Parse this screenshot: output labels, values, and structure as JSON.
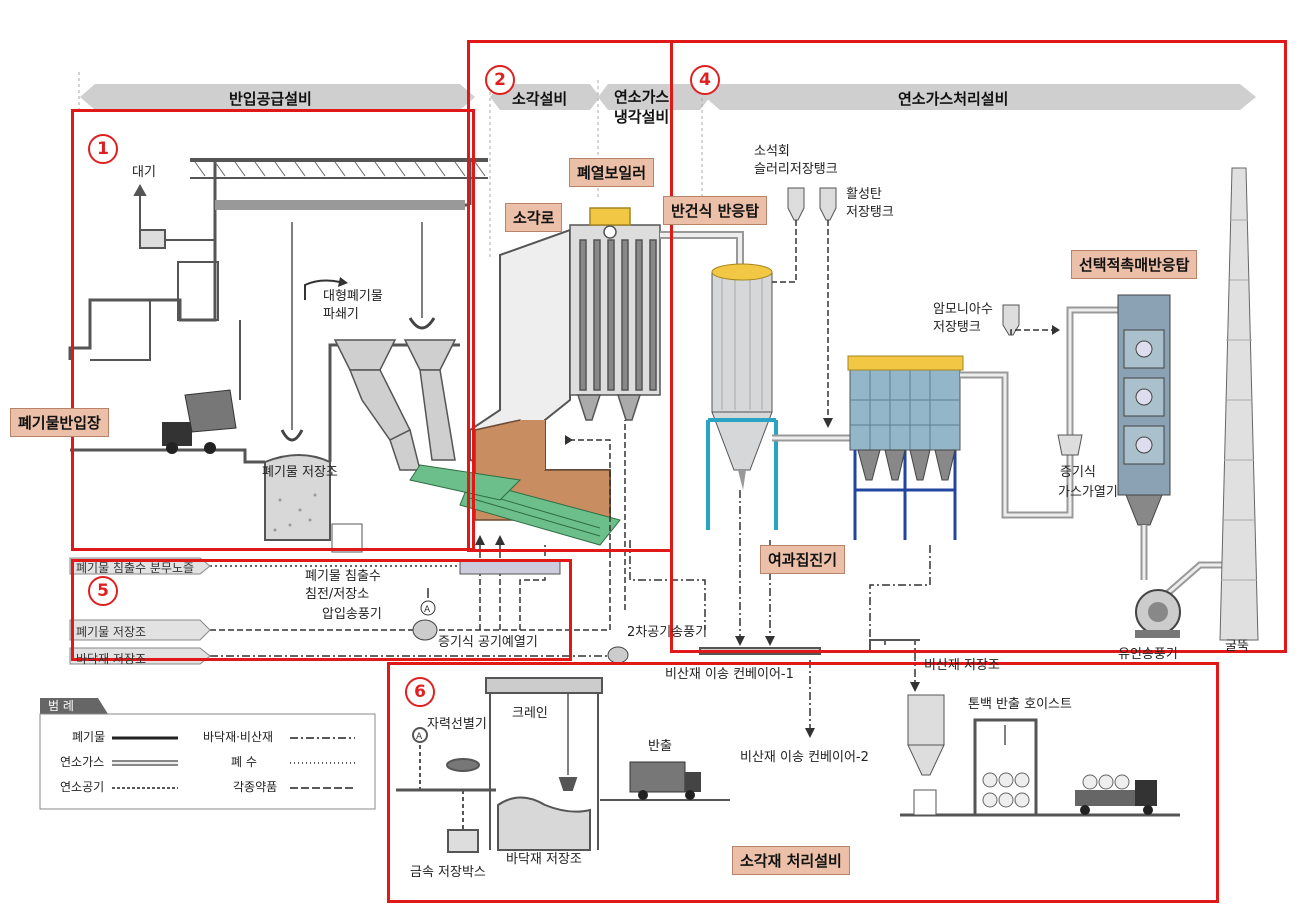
{
  "regions": [
    {
      "label": "1"
    },
    {
      "label": "2"
    },
    {
      "label": "4"
    },
    {
      "label": "5"
    },
    {
      "label": "6"
    }
  ],
  "section_headers": {
    "intake": "반입공급설비",
    "incinerator": "소각설비",
    "cooling_line1": "연소가스",
    "cooling_line2": "냉각설비",
    "gas_treatment": "연소가스처리설비"
  },
  "tags": {
    "waste_intake": "폐기물반입장",
    "boiler": "폐열보일러",
    "incinerator": "소각로",
    "semi_dry_reactor": "반건식 반응탑",
    "scr": "선택적촉매반응탑",
    "bag_filter": "여과집진기",
    "ash_treatment": "소각재 처리설비"
  },
  "labels": {
    "atmosphere": "대기",
    "shredder_line1": "대형폐기물",
    "shredder_line2": "파쇄기",
    "waste_bunker": "폐기물 저장조",
    "lime_line1": "소석회",
    "lime_line2": "슬러리저장탱크",
    "carbon_line1": "활성탄",
    "carbon_line2": "저장탱크",
    "ammonia_line1": "암모니아수",
    "ammonia_line2": "저장탱크",
    "steam_gas_heater_line1": "증기식",
    "steam_gas_heater_line2": "가스가열기",
    "leachate_line1": "폐기물 침출수",
    "leachate_line2": "침전/저장소",
    "fdf": "압입송풍기",
    "steam_air_preheater": "증기식 공기예열기",
    "secondary_fan": "2차공기송풍기",
    "fly_ash_conveyor1": "비산재 이송 컨베이어-1",
    "fly_ash_conveyor2": "비산재 이송 컨베이어-2",
    "fly_ash_silo": "비산재 저장조",
    "ton_bag_hoist": "톤백 반출 호이스트",
    "idf": "유인송풍기",
    "stack": "굴뚝",
    "magnetic_sep": "자력선별기",
    "crane": "크레인",
    "export": "반출",
    "metal_box": "금속 저장박스",
    "bottom_ash_pit": "바닥재 저장조",
    "arrow_leachate": "폐기물 침출수 분무노즐",
    "arrow_bunker": "폐기물 저장조",
    "arrow_bottom": "바닥재 저장조"
  },
  "legend": {
    "title": "범 례",
    "items": [
      {
        "name": "폐기물",
        "style": "solid-thick"
      },
      {
        "name": "바닥재·비산재",
        "style": "dash-dot"
      },
      {
        "name": "연소가스",
        "style": "double"
      },
      {
        "name": "폐 수",
        "style": "dotted"
      },
      {
        "name": "연소공기",
        "style": "dashed"
      },
      {
        "name": "각종약품",
        "style": "long-dash"
      }
    ]
  },
  "colors": {
    "region_border": "#e01818",
    "tag_fill": "#ecc0a8",
    "header_band": "#c9c9c9",
    "steel_frame": "#2aa4c4",
    "grate_green": "#6cbf8a",
    "furnace_brick": "#c98d62"
  }
}
